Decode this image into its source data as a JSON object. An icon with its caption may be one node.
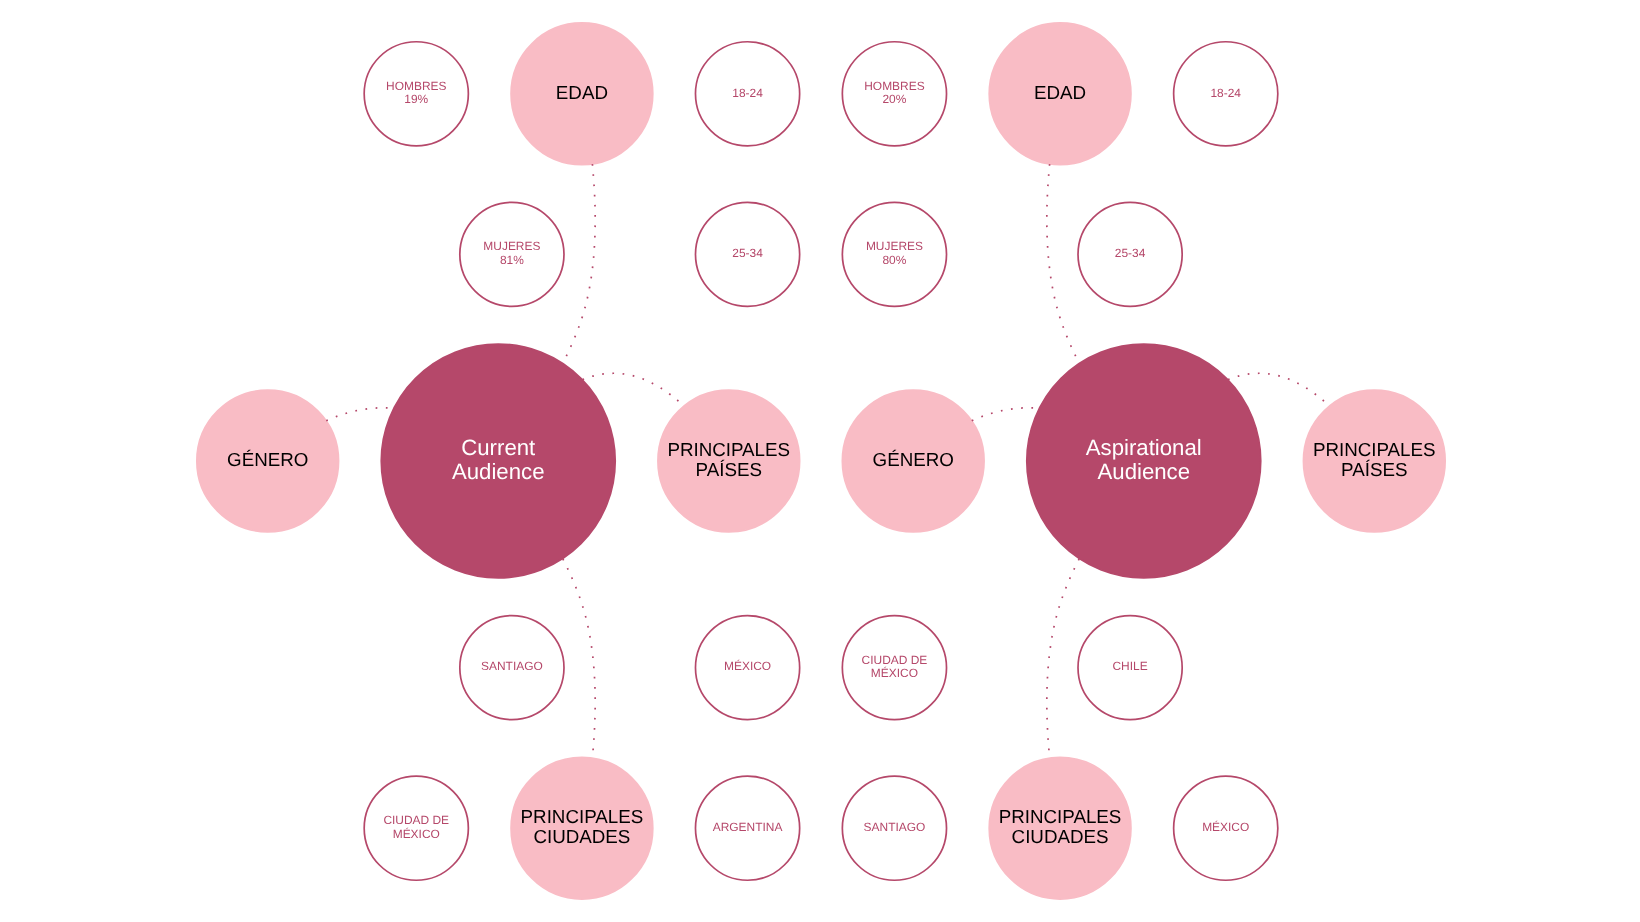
{
  "diagram": {
    "nodes": [
      {
        "text": [
          "Current Audience"
        ]
      },
      {
        "text": [
          "EDAD"
        ]
      },
      {
        "text": [
          "GÉNERO"
        ]
      },
      {
        "text": [
          "PRINCIPALES PAÍSES"
        ]
      },
      {
        "text": [
          "PRINCIPALES CIUDADES"
        ]
      },
      {
        "text": [
          "HOMBRES 19%"
        ]
      },
      {
        "text": [
          "18-24"
        ]
      },
      {
        "text": [
          "MUJERES 81%"
        ]
      },
      {
        "text": [
          "25-34"
        ]
      },
      {
        "text": [
          "SANTIAGO"
        ]
      },
      {
        "text": [
          "MÉXICO"
        ]
      },
      {
        "text": [
          "CIUDAD DE MÉXICO"
        ]
      },
      {
        "text": [
          "ARGENTINA"
        ]
      },
      {
        "text": [
          "Aspirational Audience"
        ]
      },
      {
        "text": [
          "EDAD"
        ]
      },
      {
        "text": [
          "GÉNERO"
        ]
      },
      {
        "text": [
          "PRINCIPALES PAÍSES"
        ]
      },
      {
        "text": [
          "PRINCIPALES CIUDADES"
        ]
      },
      {
        "text": [
          "HOMBRES 20%"
        ]
      },
      {
        "text": [
          "18-24"
        ]
      },
      {
        "text": [
          "MUJERES 80%"
        ]
      },
      {
        "text": [
          "25-34"
        ]
      },
      {
        "text": [
          "CIUDAD DE MÉXICO"
        ]
      },
      {
        "text": [
          "CHILE"
        ]
      },
      {
        "text": [
          "SANTIAGO"
        ]
      },
      {
        "text": [
          "MÉXICO"
        ]
      }
    ],
    "edges": [
      {
        "from": 1,
        "to": 0,
        "arrow": "none",
        "style": "dashed"
      },
      {
        "from": 2,
        "to": 0,
        "arrow": "none",
        "style": "dashed"
      },
      {
        "from": 0,
        "to": 3,
        "arrow": "none",
        "style": "dashed"
      },
      {
        "from": 0,
        "to": 4,
        "arrow": "none",
        "style": "dashed"
      },
      {
        "from": 14,
        "to": 13,
        "arrow": "none",
        "style": "dashed"
      },
      {
        "from": 15,
        "to": 13,
        "arrow": "none",
        "style": "dashed"
      },
      {
        "from": 13,
        "to": 16,
        "arrow": "none",
        "style": "dashed"
      },
      {
        "from": 13,
        "to": 17,
        "arrow": "none",
        "style": "dashed"
      }
    ]
  }
}
